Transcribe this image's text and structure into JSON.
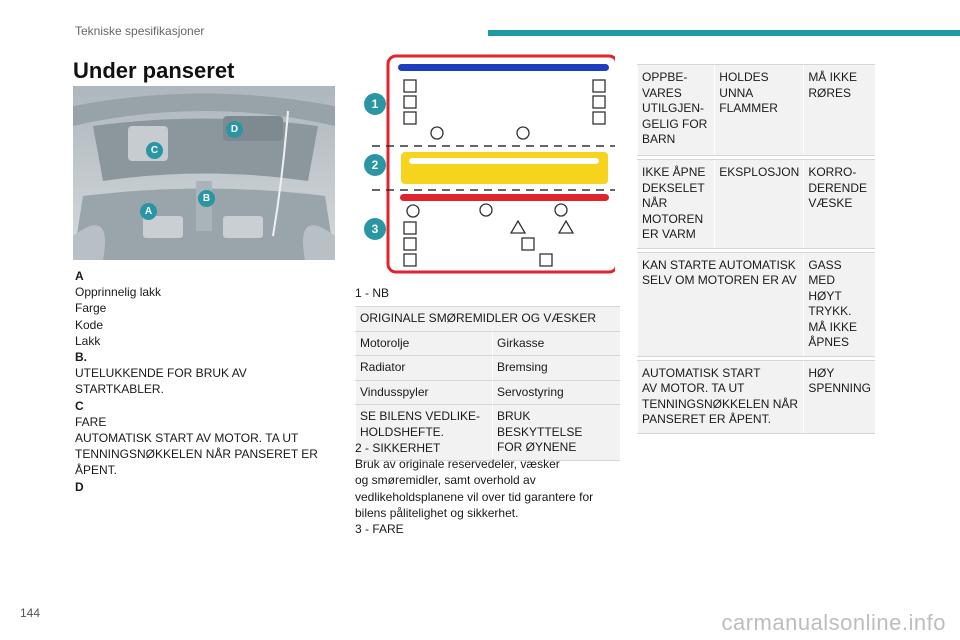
{
  "header": {
    "section": "Tekniske spesifikasjoner"
  },
  "page": {
    "title": "Under panseret",
    "number": "144"
  },
  "photo_markers": [
    "A",
    "B",
    "C",
    "D"
  ],
  "left_lines": [
    {
      "text": "A",
      "bold": true
    },
    {
      "text": "Opprinnelig lakk",
      "bold": false
    },
    {
      "text": "Farge",
      "bold": false
    },
    {
      "text": "Kode",
      "bold": false
    },
    {
      "text": "Lakk",
      "bold": false
    },
    {
      "text": "B.",
      "bold": true
    },
    {
      "text": "UTELUKKENDE FOR BRUK AV",
      "bold": false
    },
    {
      "text": "STARTKABLER.",
      "bold": false
    },
    {
      "text": "C",
      "bold": true
    },
    {
      "text": "FARE",
      "bold": false
    },
    {
      "text": "AUTOMATISK START AV MOTOR. TA UT",
      "bold": false
    },
    {
      "text": "TENNINGSNØKKELEN NÅR PANSERET ER",
      "bold": false
    },
    {
      "text": "ÅPENT.",
      "bold": false
    },
    {
      "text": "D",
      "bold": true
    }
  ],
  "label_markers": [
    "1",
    "2",
    "3"
  ],
  "colors": {
    "accent": "#1f9aa5",
    "label_border": "#e0242b",
    "band_blue": "#1d3fbf",
    "band_yellow": "#f6d31c",
    "band_red": "#e0242b",
    "marker": "#2b96a3"
  },
  "nb": {
    "heading": "1 - NB",
    "table_title": "ORIGINALE SMØREMIDLER OG VÆSKER",
    "rows": [
      [
        "Motorolje",
        "Girkasse"
      ],
      [
        "Radiator",
        "Bremsing"
      ],
      [
        "Vindusspyler",
        "Servostyring"
      ],
      [
        "SE BILENS VEDLIKE-\nHOLDSHEFTE.",
        "BRUK BESKYTTELSE\nFOR ØYNENE"
      ]
    ]
  },
  "sikkerhet": {
    "lines": [
      "2 - SIKKERHET",
      "Bruk av originale reservedeler, væsker",
      "og smøremidler, samt overhold av",
      "vedlikeholdsplanene vil over tid garantere for",
      "bilens pålitelighet og sikkerhet.",
      "3 - FARE"
    ]
  },
  "fare_table": {
    "row1": [
      "OPPBE-\nVARES\nUTILGJEN-\nGELIG FOR\nBARN",
      "HOLDES\nUNNA\nFLAMMER",
      "MÅ IKKE\nRØRES"
    ],
    "row2": [
      "IKKE ÅPNE\nDEKSELET\nNÅR\nMOTOREN\nER VARM",
      "EKSPLOSJON",
      "KORRO-\nDERENDE\nVÆSKE"
    ],
    "row3": [
      "KAN STARTE AUTOMATISK\nSELV OM MOTOREN ER AV",
      "GASS MED\nHØYT TRYKK.\nMÅ IKKE\nÅPNES"
    ],
    "row4": [
      "AUTOMATISK START\nAV MOTOR. TA UT\nTENNINGSNØKKELEN NÅR\nPANSERET ER ÅPENT.",
      "HØY\nSPENNING"
    ]
  },
  "watermark": "carmanualsonline.info"
}
